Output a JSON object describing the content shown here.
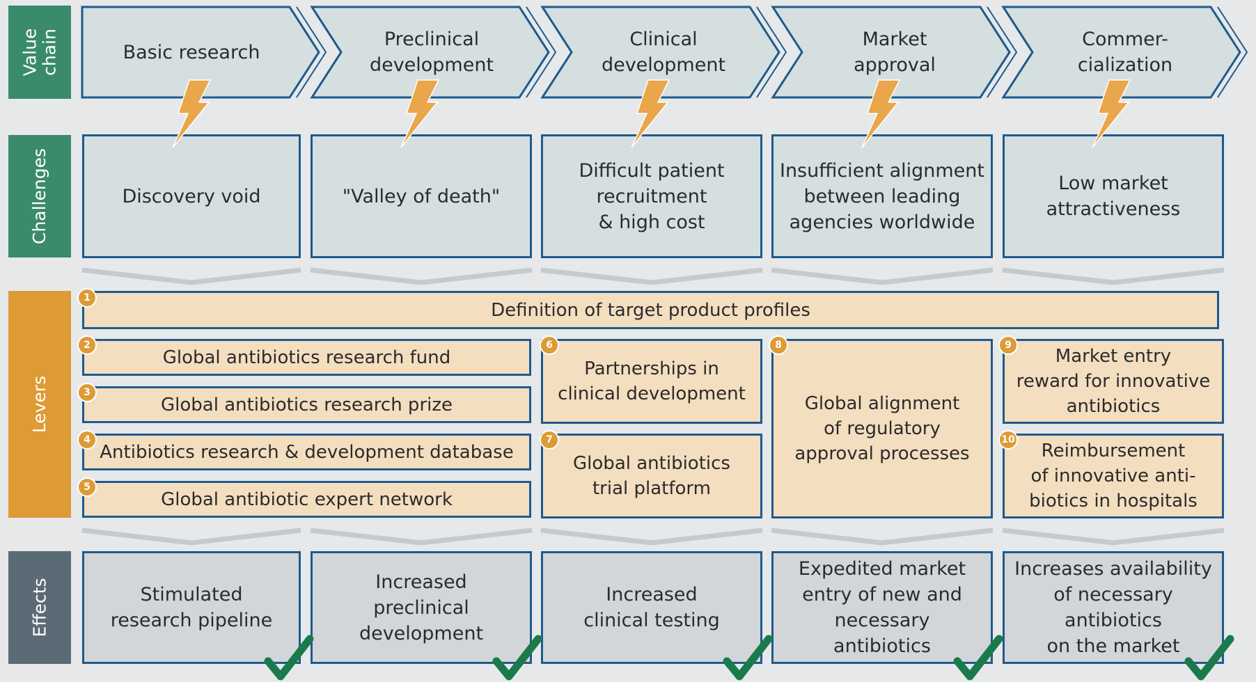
{
  "sidebar": {
    "value_chain": "Value\nchain",
    "challenges": "Challenges",
    "levers": "Levers",
    "effects": "Effects"
  },
  "value_chain": [
    "Basic research",
    "Preclinical\ndevelopment",
    "Clinical\ndevelopment",
    "Market\napproval",
    "Commer-\ncialization"
  ],
  "challenges": [
    "Discovery void",
    "\"Valley of death\"",
    "Difficult patient\nrecruitment\n& high cost",
    "Insufficient alignment\nbetween leading\nagencies worldwide",
    "Low market\nattractiveness"
  ],
  "levers": [
    {
      "num": "1",
      "label": "Definition of target product profiles"
    },
    {
      "num": "2",
      "label": "Global antibiotics research fund"
    },
    {
      "num": "3",
      "label": "Global antibiotics research prize"
    },
    {
      "num": "4",
      "label": "Antibiotics research & development database"
    },
    {
      "num": "5",
      "label": "Global antibiotic expert network"
    },
    {
      "num": "6",
      "label": "Partnerships in\nclinical development"
    },
    {
      "num": "7",
      "label": "Global antibiotics\ntrial platform"
    },
    {
      "num": "8",
      "label": "Global alignment\nof regulatory\napproval processes"
    },
    {
      "num": "9",
      "label": "Market entry\nreward for innovative\nantibiotics"
    },
    {
      "num": "10",
      "label": "Reimbursement\nof innovative anti-\nbiotics in hospitals"
    }
  ],
  "effects": [
    "Stimulated\nresearch pipeline",
    "Increased\npreclinical\ndevelopment",
    "Increased\nclinical testing",
    "Expedited market\nentry of new and\nnecessary\nantibiotics",
    "Increases availability\nof necessary\nantibiotics\non the market"
  ],
  "colors": {
    "chevron_fill": "#d6dfdf",
    "chevron_stroke": "#1e5a8c",
    "lightning": "#e9a64a",
    "check": "#1a7a4c"
  },
  "icons": {
    "lightning": "lightning-bolt-icon",
    "check": "check-mark-icon",
    "down_arrow": "chevron-down-icon"
  }
}
